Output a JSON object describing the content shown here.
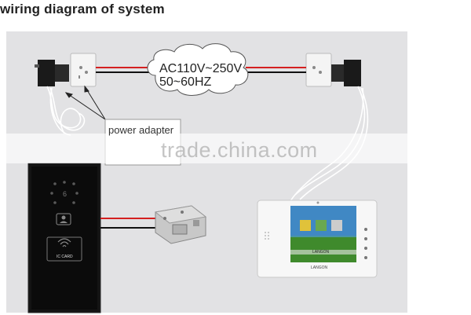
{
  "title": "wiring diagram of system",
  "cloud": {
    "line1": "AC110V~250V",
    "line2": "50~60HZ"
  },
  "callout": {
    "label": "power adapter"
  },
  "watermark": {
    "text": "trade.china.com"
  },
  "door_station": {
    "card_label": "IC CARD"
  },
  "monitor": {
    "brand_screen": "LANGON",
    "brand_bezel": "LANGON"
  },
  "colors": {
    "wire_red": "#d42020",
    "wire_black": "#111111",
    "panel_bg": "#e2e2e4"
  }
}
